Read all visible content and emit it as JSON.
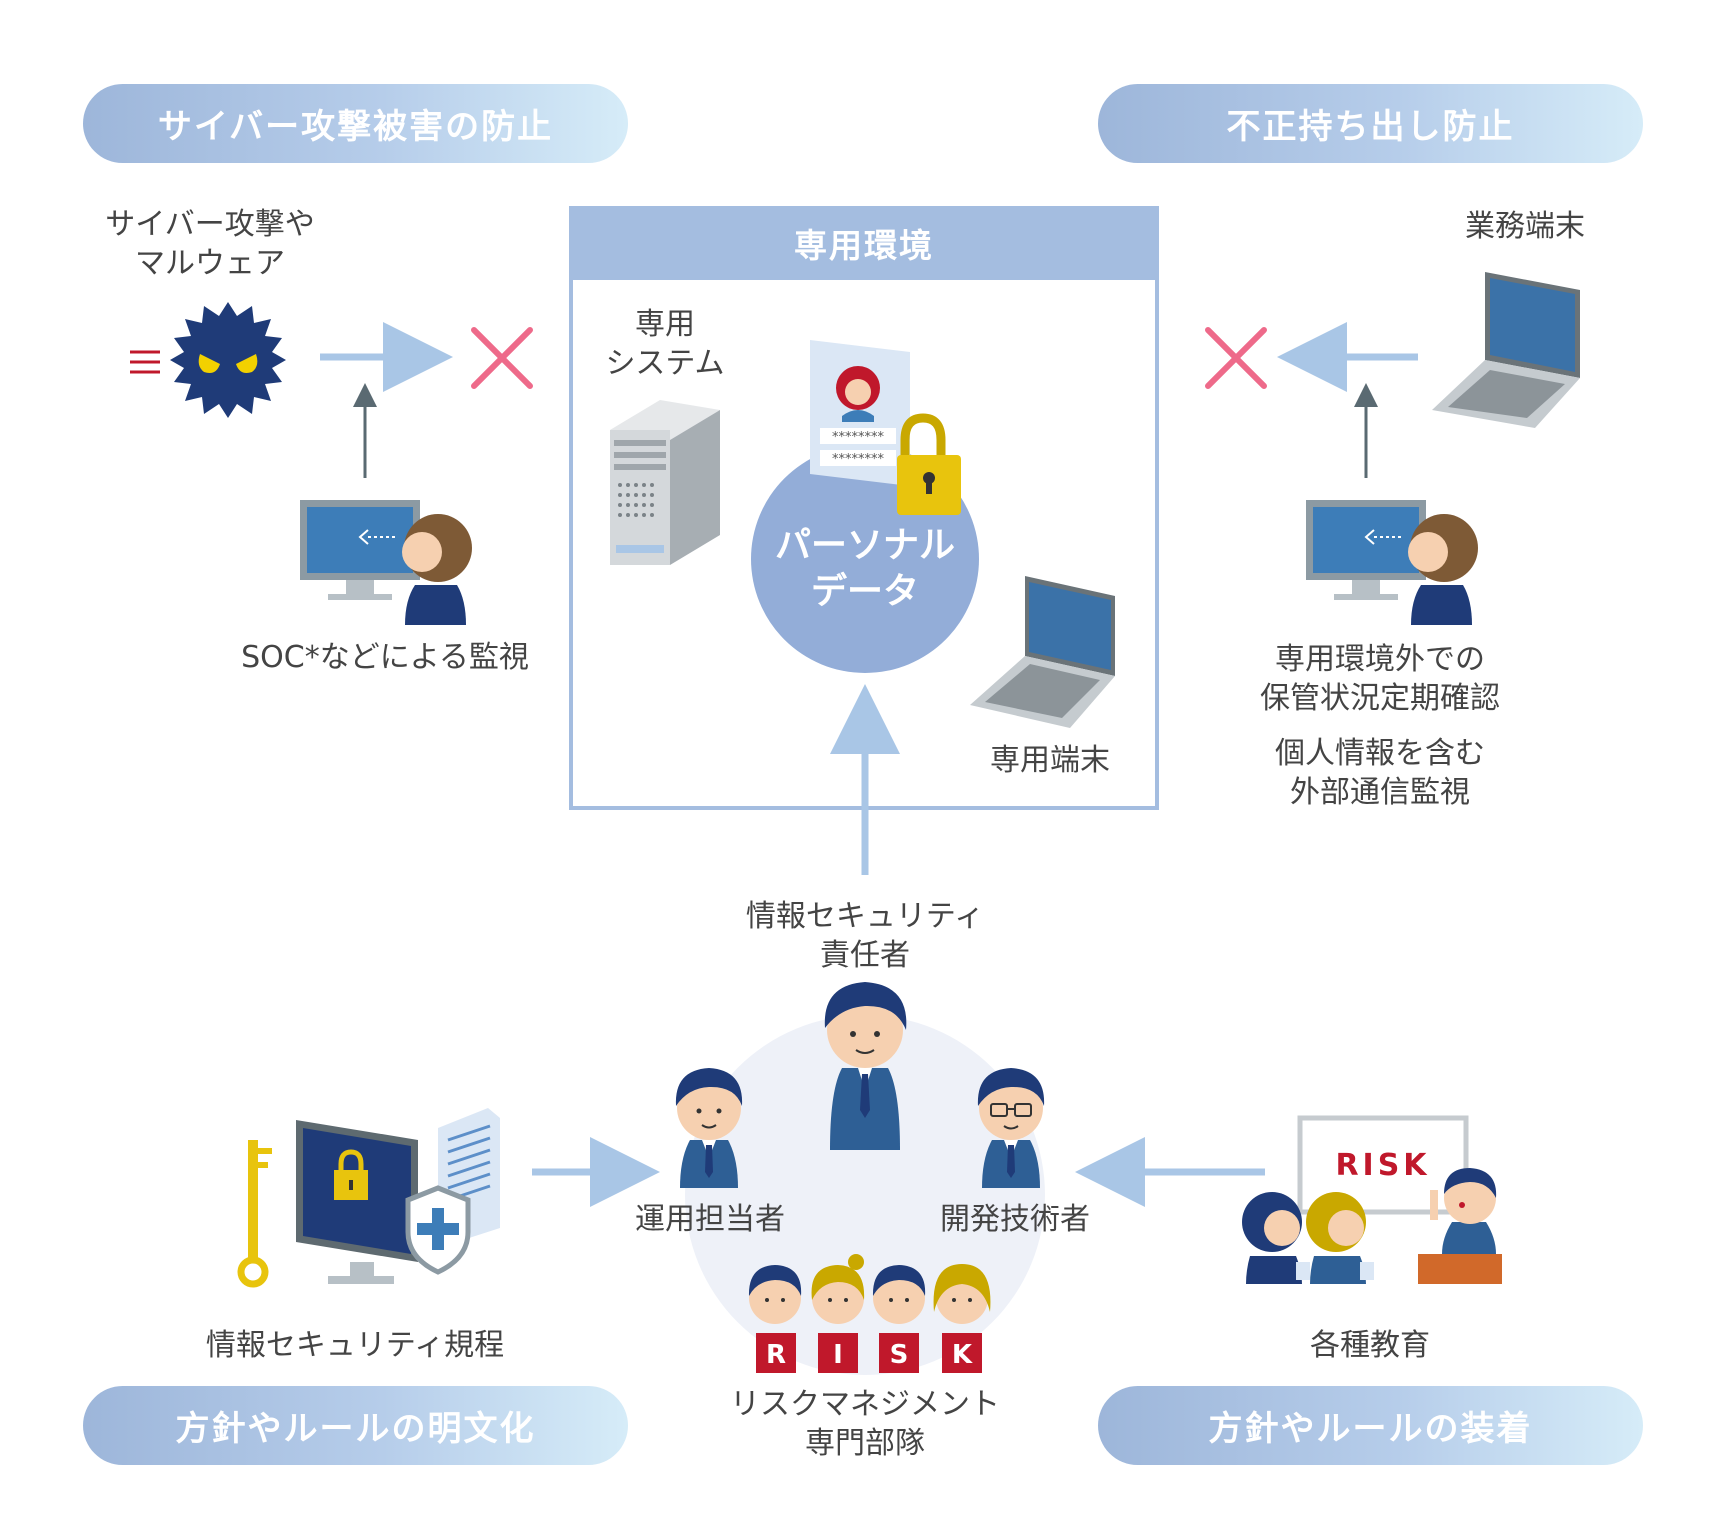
{
  "sections": {
    "cyber_prevention": "サイバー攻撃被害の防止",
    "leak_prevention": "不正持ち出し防止",
    "policy_documentation": "方針やルールの明文化",
    "policy_adoption": "方針やルールの装着"
  },
  "environment": {
    "title": "専用環境",
    "system_label": "専用\nシステム",
    "data_label": "パーソナル\nデータ",
    "password_mask_1": "********",
    "password_mask_2": "********",
    "terminal_label": "専用端末"
  },
  "left": {
    "threat_label": "サイバー攻撃や\nマルウェア",
    "monitor_label": "SOC*などによる監視"
  },
  "right": {
    "business_terminal_label": "業務端末",
    "check_label": "専用環境外での\n保管状況定期確認",
    "comm_label": "個人情報を含む\n外部通信監視"
  },
  "org": {
    "leader_label": "情報セキュリティ\n責任者",
    "operator_label": "運用担当者",
    "developer_label": "開発技術者",
    "risk_letters": [
      "R",
      "I",
      "S",
      "K"
    ],
    "risk_team_label": "リスクマネジメント\n専門部隊"
  },
  "bottom": {
    "rules_label": "情報セキュリティ規程",
    "education_label": "各種教育",
    "board_text": "RISK"
  },
  "colors": {
    "pill_start": "#9db6da",
    "pill_end": "#d6ecf8",
    "env_header": "#a4bde0",
    "arrow": "#a9c6e6",
    "cross": "#ee6a8a",
    "navy": "#1f3b78",
    "suit": "#2e5f95",
    "risk_red": "#c0182b",
    "lock_yellow": "#e8c40d"
  }
}
